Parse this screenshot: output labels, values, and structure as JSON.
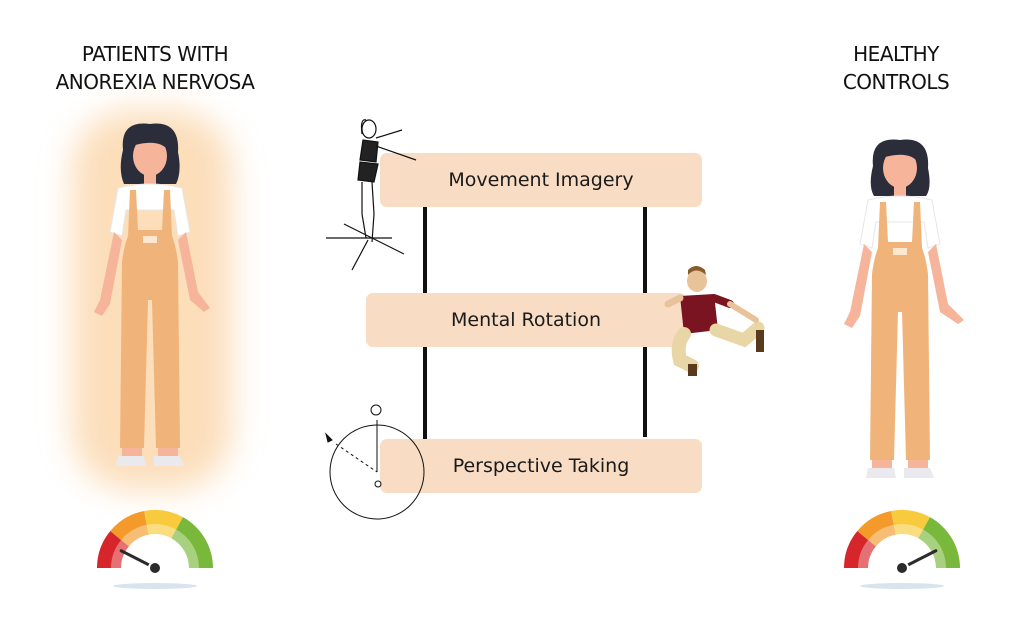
{
  "groups": {
    "patients": {
      "title": "PATIENTS WITH\nANOREXIA NERVOSA"
    },
    "controls": {
      "title": "HEALTHY\nCONTROLS"
    }
  },
  "tasks": [
    {
      "label": "Movement Imagery"
    },
    {
      "label": "Mental Rotation"
    },
    {
      "label": "Perspective Taking"
    }
  ],
  "gauges": {
    "patients": {
      "level": 0.15
    },
    "controls": {
      "level": 0.85
    }
  },
  "colors": {
    "task_box": "#f8dcc4",
    "overalls": "#f0b47a",
    "glow": "#fbd3a4",
    "gauge_red": "#d7262b",
    "gauge_orange": "#f39a2a",
    "gauge_yellow": "#f7cb3d",
    "gauge_green": "#79b83a"
  }
}
